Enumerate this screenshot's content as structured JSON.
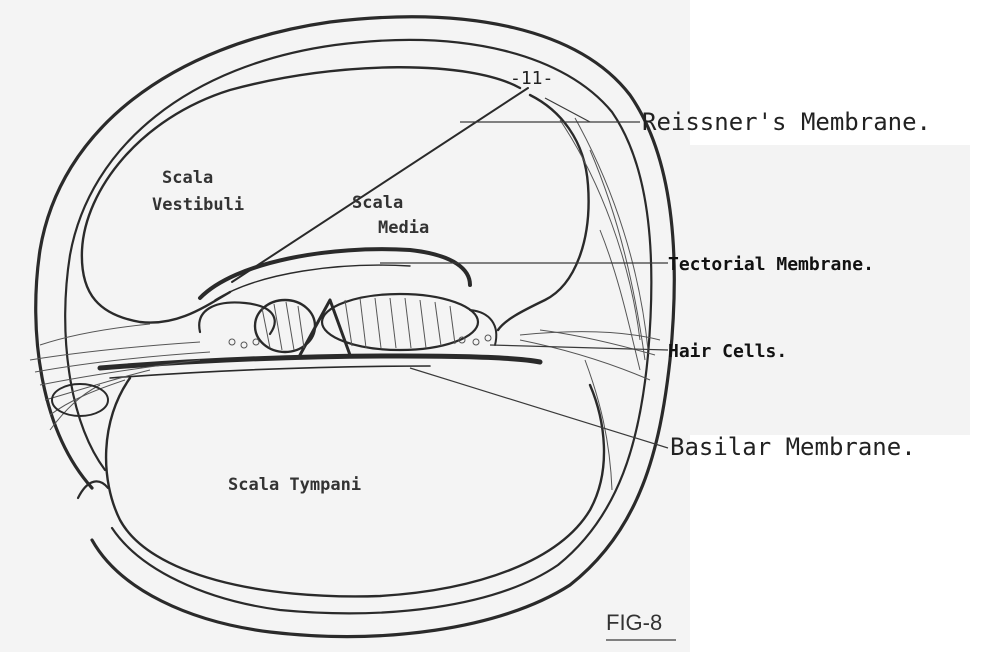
{
  "regions": {
    "scala_vestibuli_1": "Scala",
    "scala_vestibuli_2": "Vestibuli",
    "scala_media_1": "Scala",
    "scala_media_2": "Media",
    "scala_tympani": "Scala Tympani"
  },
  "labels": {
    "reissners_membrane": "Reissner's  Membrane.",
    "tectorial_membrane": "Tectorial Membrane.",
    "hair_cells": "Hair Cells.",
    "basilar_membrane": "Basilar Membrane."
  },
  "page_number": "-11-",
  "figure_label": "FIG-8",
  "colors": {
    "ink": "#2a2a2a",
    "paper": "#ffffff",
    "scan_shade": "#f1f1f1"
  }
}
